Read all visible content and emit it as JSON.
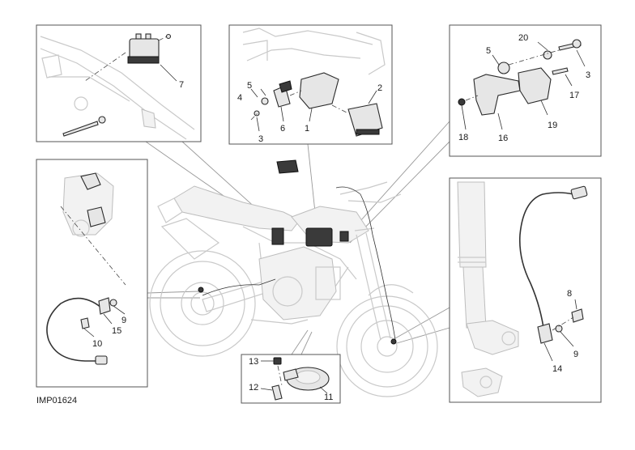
{
  "figure_code": "IMP01624",
  "callouts": {
    "p1_7": "7",
    "p2_1": "1",
    "p2_2": "2",
    "p2_3": "3",
    "p2_4": "4",
    "p2_5": "5",
    "p2_6": "6",
    "p3_3": "3",
    "p3_5": "5",
    "p3_16": "16",
    "p3_17": "17",
    "p3_18": "18",
    "p3_19": "19",
    "p3_20": "20",
    "p4_9": "9",
    "p4_10": "10",
    "p4_15": "15",
    "p5_11": "11",
    "p5_12": "12",
    "p5_13": "13",
    "p6_8": "8",
    "p6_9": "9",
    "p6_14": "14"
  }
}
